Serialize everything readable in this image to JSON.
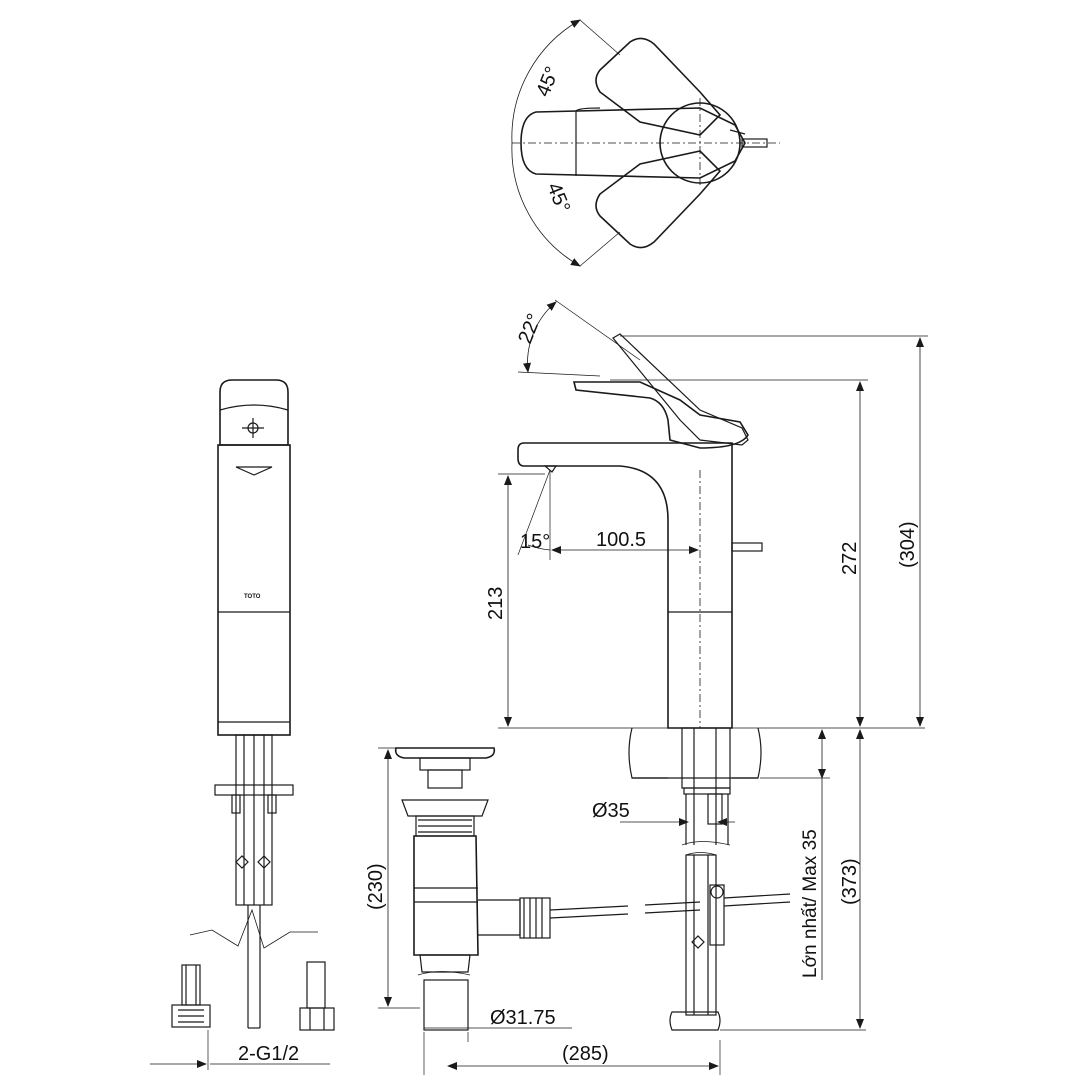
{
  "top_view": {
    "angle_upper": "45°",
    "angle_lower": "45°"
  },
  "side_view": {
    "angle_lever": "22°",
    "angle_spout": "15°",
    "spout_reach": "100.5",
    "spout_height": "213",
    "body_height": "272",
    "total_height": "(304)",
    "pipe_diameter": "Ø35",
    "counter_thickness": "Lớn nhất/ Max 35",
    "below_total": "(373)"
  },
  "front_view": {
    "hose_thread": "2-G1/2",
    "brand_mark": "TOTO"
  },
  "drain": {
    "height": "(230)",
    "diameter": "Ø31.75",
    "distance": "(285)"
  }
}
